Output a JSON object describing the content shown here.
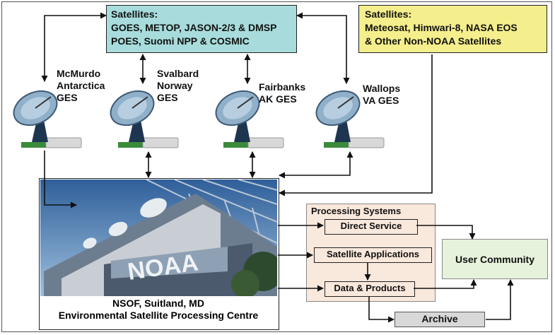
{
  "satellites_noaa": {
    "lines": [
      "Satellites:",
      "GOES, METOP, JASON-2/3 & DMSP",
      "POES, Suomi NPP & COSMIC"
    ]
  },
  "satellites_other": {
    "lines": [
      "Satellites:",
      "Meteosat, Himwari-8, NASA EOS",
      "& Other Non-NOAA Satellites"
    ]
  },
  "stations": [
    {
      "lines": [
        "McMurdo",
        "Antarctica",
        "GES"
      ]
    },
    {
      "lines": [
        "Svalbard",
        "Norway",
        "GES"
      ]
    },
    {
      "lines": [
        "Fairbanks",
        "AK GES"
      ]
    },
    {
      "lines": [
        "Wallops",
        "VA GES"
      ]
    }
  ],
  "nsof": {
    "lines": [
      "NSOF, Suitland, MD",
      "Environmental Satellite Processing Centre"
    ],
    "photo_sign": "NOAA"
  },
  "processing": {
    "title": "Processing Systems",
    "items": [
      "Direct Service",
      "Satellite Applications",
      "Data & Products"
    ]
  },
  "user_community": "User Community",
  "archive": "Archive",
  "colors": {
    "satellites_noaa_bg": "#a8dcdc",
    "satellites_other_bg": "#f4ee8c",
    "processing_bg": "#f9e8dc",
    "user_bg": "#e6f2dc",
    "archive_bg": "#d8d8d8"
  }
}
